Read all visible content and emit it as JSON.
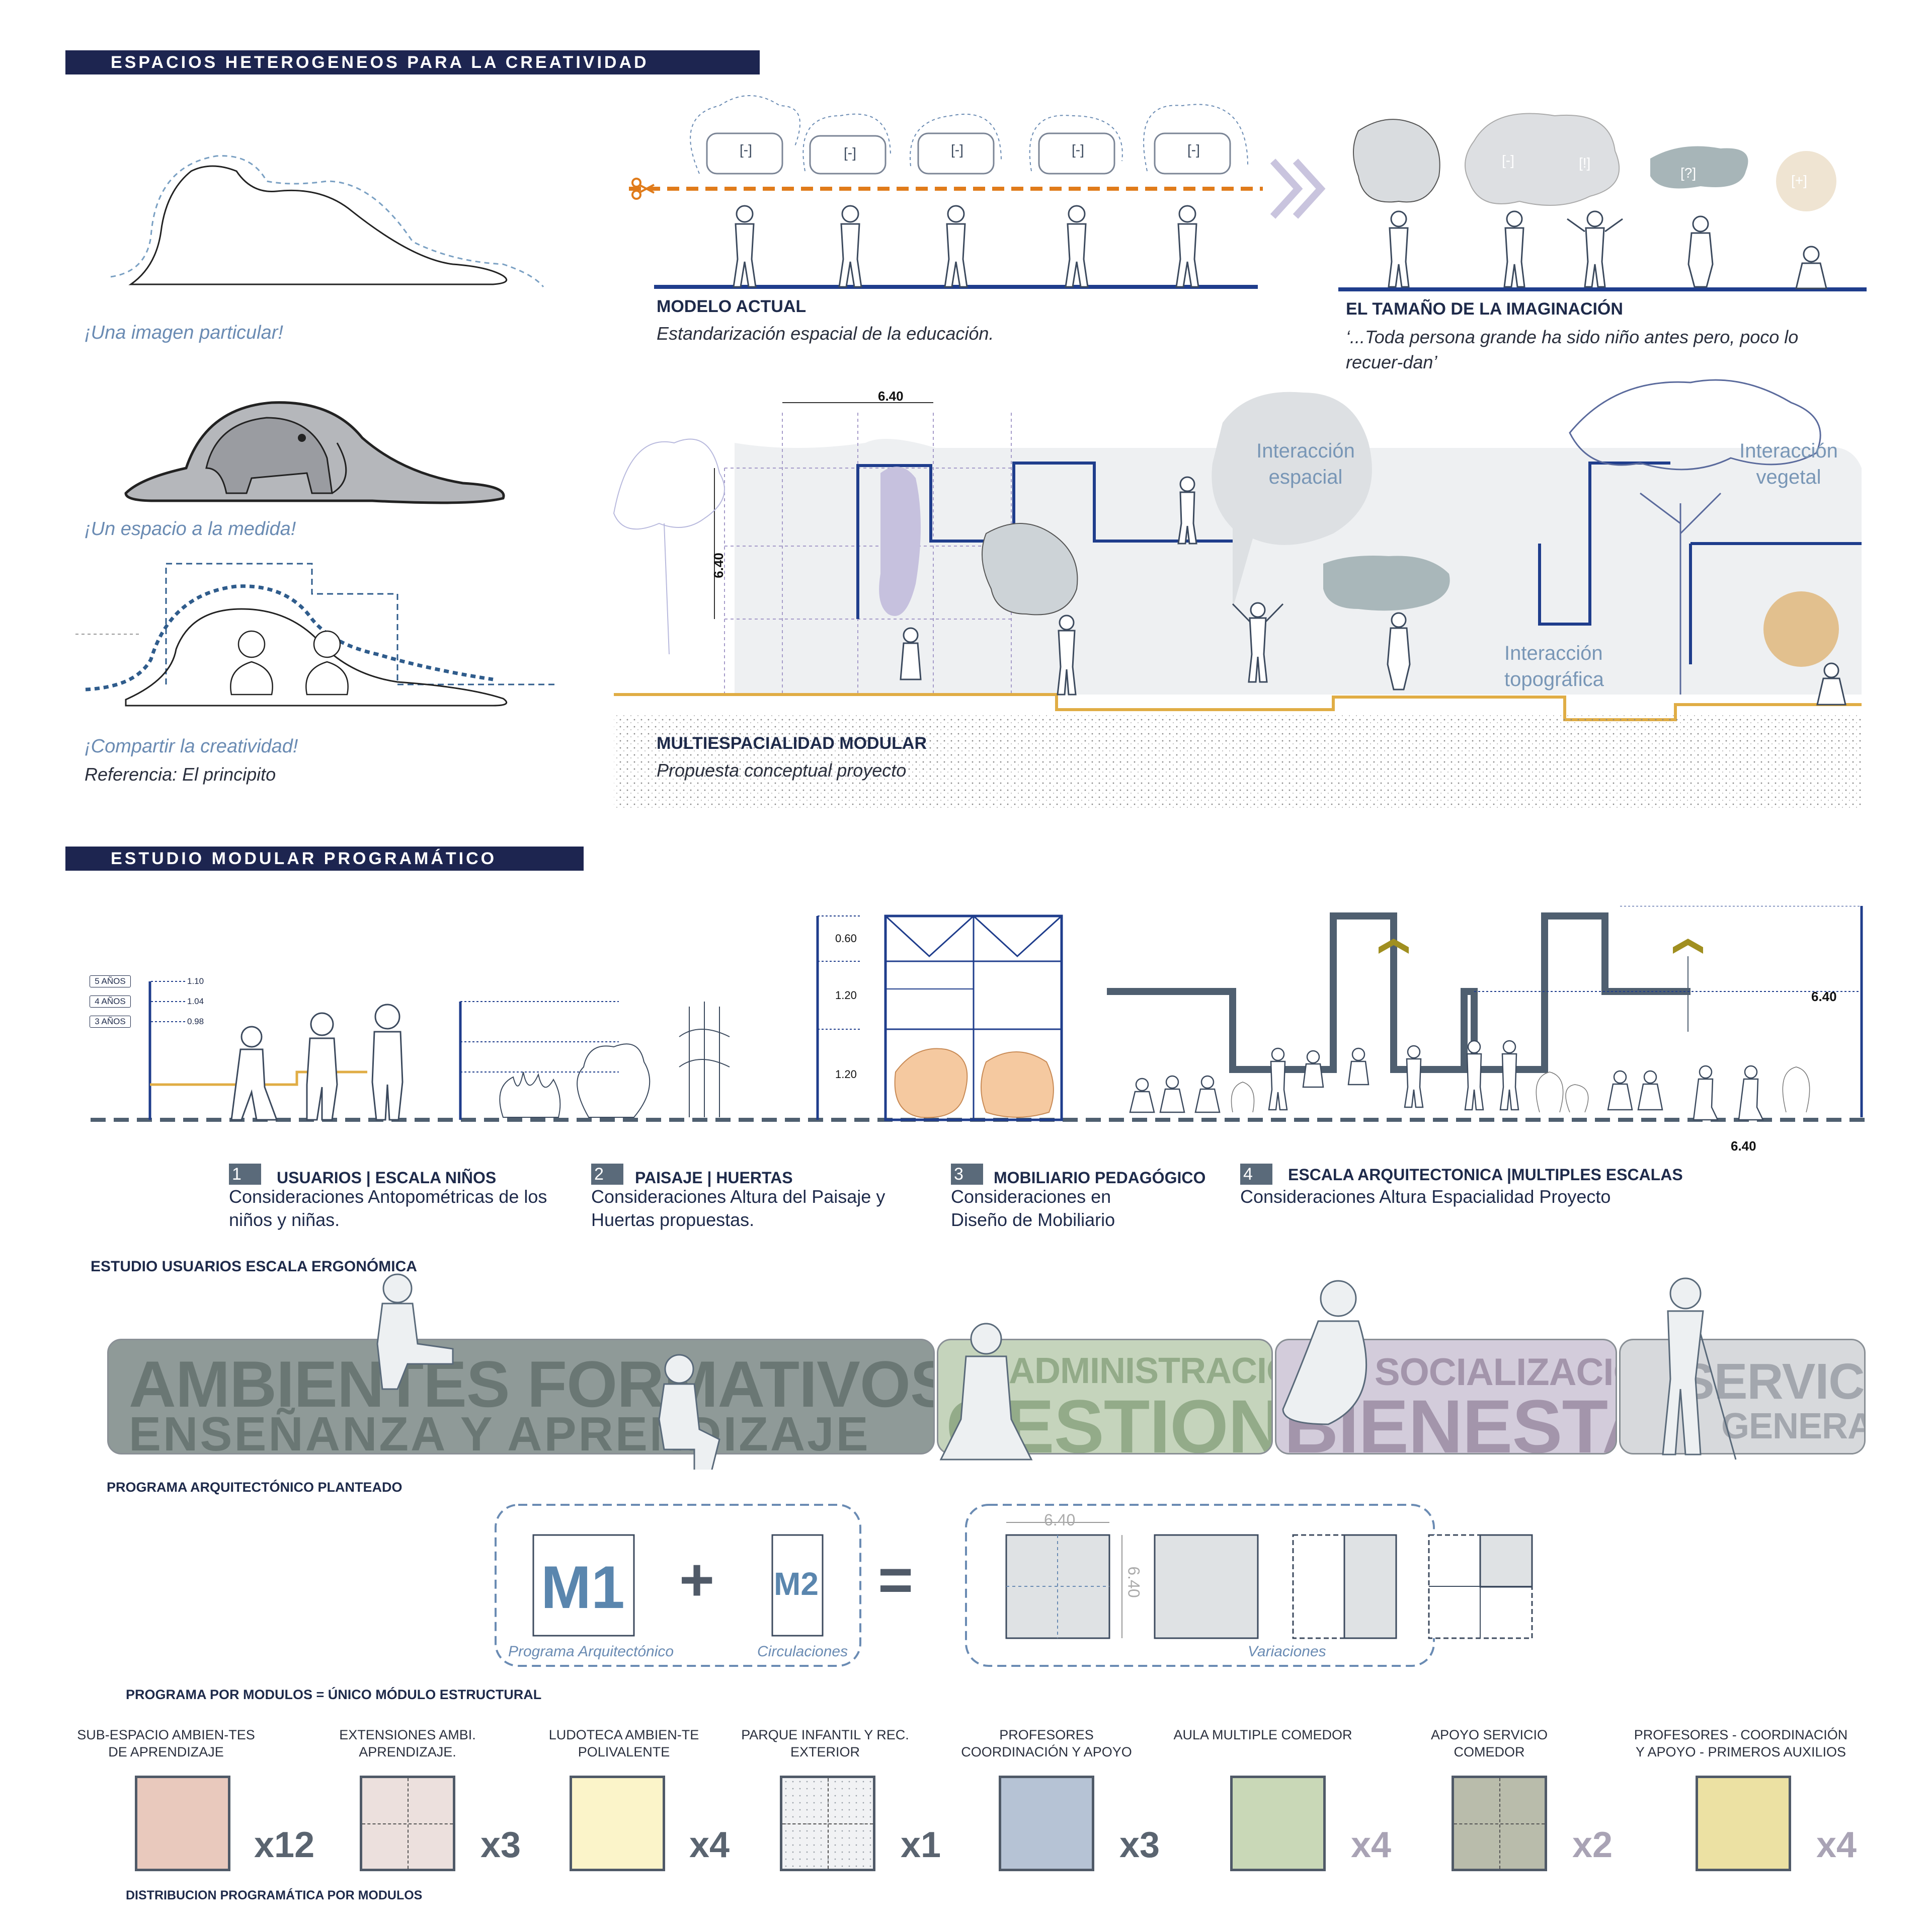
{
  "section1": {
    "banner": "ESPACIOS HETEROGENEOS PARA LA CREATIVIDAD",
    "left": {
      "caption1": "¡Una imagen particular!",
      "caption2": "¡Un espacio a la medida!",
      "caption3": "¡Compartir la creatividad!",
      "reference": "Referencia: El principito"
    },
    "modelo": {
      "title": "MODELO ACTUAL",
      "subtitle": "Estandarización espacial de la educación.",
      "bubble_text": "[-]"
    },
    "tamano": {
      "title": "EL TAMAÑO DE LA IMAGINACIÓN",
      "quote": "‘...Toda persona grande ha sido niño antes pero, poco lo recuer-dan’",
      "bubbles": [
        "[-]",
        "[!]",
        "[?]",
        "[+]"
      ]
    },
    "multi": {
      "title": "MULTIESPACIALIDAD MODULAR",
      "subtitle": "Propuesta conceptual proyecto",
      "dim_top": "6.40",
      "dim_side": "6.40",
      "interaccion_espacial": "Interacción espacial",
      "interaccion_vegetal": "Interacción vegetal",
      "interaccion_topografica": "Interacción topográfica"
    }
  },
  "section2": {
    "banner": "ESTUDIO MODULAR PROGRAMÁTICO",
    "ages": [
      {
        "label": "5 AÑOS",
        "value": "1.10"
      },
      {
        "label": "4 AÑOS",
        "value": "1.04"
      },
      {
        "label": "3 AÑOS",
        "value": "0.98"
      }
    ],
    "furniture_dims": [
      "0.60",
      "1.20",
      "1.20"
    ],
    "arch_dims": [
      "6.40",
      "6.40"
    ],
    "categories": [
      {
        "num": "1",
        "title": "USUARIOS | ESCALA NIÑOS",
        "desc": "Consideraciones Antopométricas de los niños y niñas."
      },
      {
        "num": "2",
        "title": "PAISAJE | HUERTAS",
        "desc": "Consideraciones Altura del Paisaje y Huertas propuestas."
      },
      {
        "num": "3",
        "title": "MOBILIARIO PEDAGÓGICO",
        "desc": "Consideraciones en Diseño de Mobiliario"
      },
      {
        "num": "4",
        "title": "ESCALA ARQUITECTONICA |MULTIPLES  ESCALAS",
        "desc": "Consideraciones Altura Espacialidad Proyecto"
      }
    ],
    "estudio_usuarios": "ESTUDIO USUARIOS ESCALA  ERGONÓMICA"
  },
  "program": {
    "band1_line1": "AMBIENTES FORMATIVOS DE",
    "band1_line2": "ENSEÑANZA Y APRENDIZAJE",
    "band2_small": "ADMINISTRACIÓN",
    "band2_big": "GESTION",
    "band3_small": "SOCIALIZACIÓN",
    "band3_big": "BIENESTAR",
    "band4_line1": "SERVICIOS",
    "band4_line2": "GENERALES",
    "caption": "PROGRAMA  ARQUITECTÓNICO PLANTEADO"
  },
  "modules": {
    "m1": "M1",
    "m2": "M2",
    "plus": "+",
    "equals": "=",
    "m1_caption": "Programa Arquitectónico",
    "m2_caption": "Circulaciones",
    "dim_h": "6.40",
    "dim_v": "6.40",
    "variations_caption": "Variaciones",
    "caption": "PROGRAMA  POR MODULOS = ÚNICO MÓDULO ESTRUCTURAL"
  },
  "distribution": {
    "caption": "DISTRIBUCION PROGRAMÁTICA POR MODULOS",
    "items": [
      {
        "label": "SUB-ESPACIO AMBIEN-TES DE APRENDIZAJE",
        "count": "x12",
        "color": "#e9c9bd"
      },
      {
        "label": "EXTENSIONES AMBI. APRENDIZAJE.",
        "count": "x3",
        "color": "#ece0dd"
      },
      {
        "label": "LUDOTECA AMBIEN-TE POLIVALENTE",
        "count": "x4",
        "color": "#fbf4c9"
      },
      {
        "label": "PARQUE INFANTIL Y REC. EXTERIOR",
        "count": "x1",
        "color": "#f1f2f4"
      },
      {
        "label": "PROFESORES COORDINACIÓN Y APOYO",
        "count": "x3",
        "color": "#b6c3d5"
      },
      {
        "label": "AULA MULTIPLE COMEDOR",
        "count": "x4",
        "color": "#c9d8b7"
      },
      {
        "label": "APOYO SERVICIO COMEDOR",
        "count": "x2",
        "color": "#b9bcab"
      },
      {
        "label": "PROFESORES - COORDINACIÓN Y APOYO - PRIMEROS AUXILIOS",
        "count": "x4",
        "color": "#ece1a3"
      }
    ]
  }
}
